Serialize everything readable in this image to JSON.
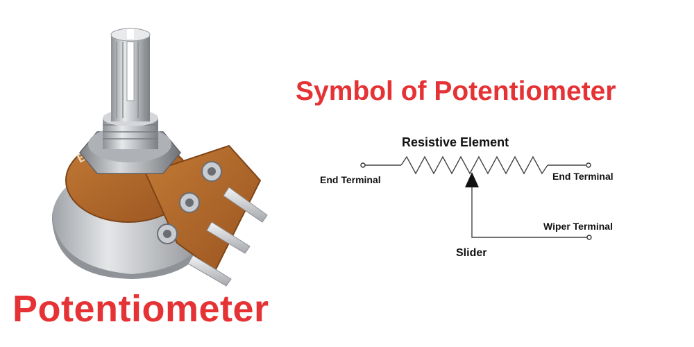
{
  "main_title": "Potentiometer",
  "symbol_title": "Symbol of Potentiometer",
  "photo": {
    "body_marking": "B5K"
  },
  "diagram": {
    "resistive_element_label": "Resistive Element",
    "end_terminal_left_label": "End Terminal",
    "end_terminal_right_label": "End Terminal",
    "wiper_terminal_label": "Wiper Terminal",
    "slider_label": "Slider"
  },
  "colors": {
    "title_red": "#e53235",
    "board_brown": "#b5692a",
    "metal_silver": "#c9ccd0"
  }
}
